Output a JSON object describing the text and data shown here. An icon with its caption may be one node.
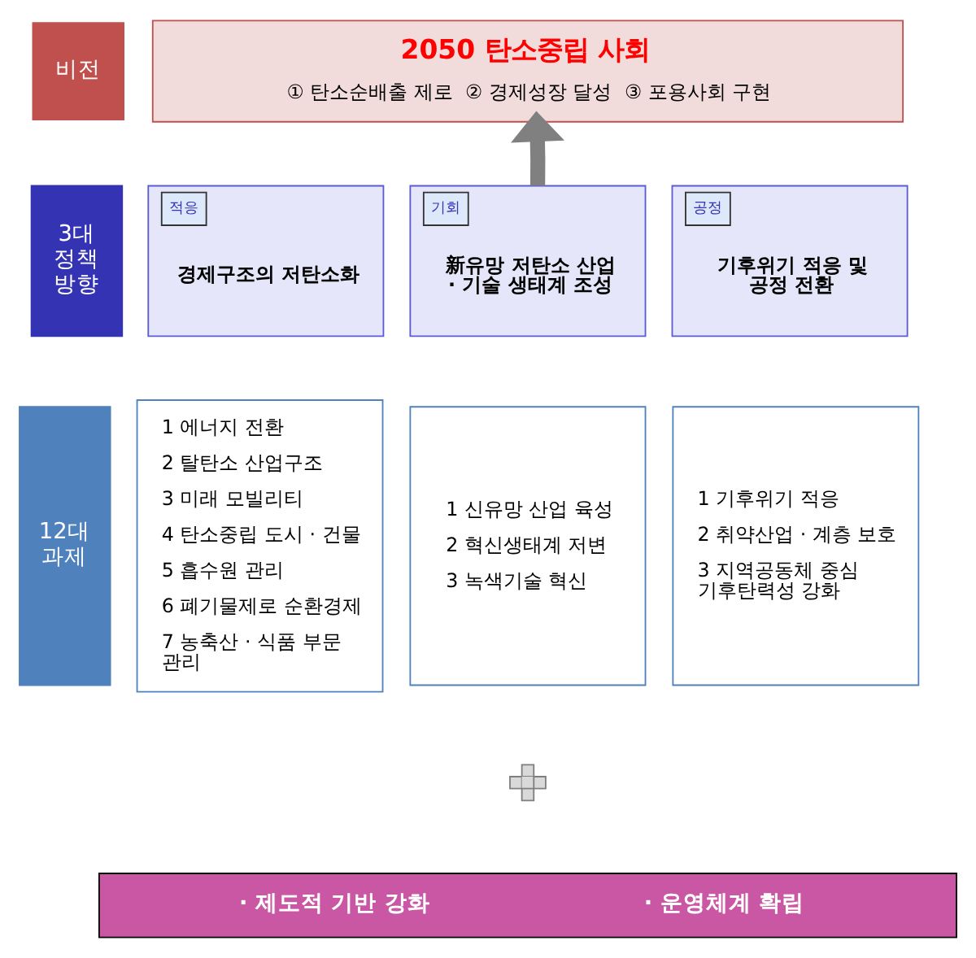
{
  "diagram": {
    "nodes": [
      {
        "text": [
          "비전"
        ]
      },
      {
        "text": [
          "2050 탄소중립 사회",
          "① 탄소순배출 제로",
          "② 경제성장 달성",
          "③ 포용사회 구현"
        ]
      },
      {
        "text": [
          "3대 정책 방향"
        ]
      },
      {
        "text": [
          "적응",
          "경제구조의 저탄소화"
        ]
      },
      {
        "text": [
          "기회",
          "新유망 저탄소 산업 · 기술 생태계 조성"
        ]
      },
      {
        "text": [
          "공정",
          "기후위기 적응 및 공정 전환"
        ]
      },
      {
        "text": [
          "12대 과제"
        ]
      },
      {
        "text": [
          "1 에너지 전환",
          "2 탈탄소 산업구조",
          "3 미래 모빌리티",
          "4 탄소중립 도시 · 건물",
          "5 흡수원 관리",
          "6 폐기물제로 순환경제",
          "7 농축산 · 식품 부문 관리"
        ]
      },
      {
        "text": [
          "1 신유망 산업 육성",
          "2 혁신생태계 저변",
          "3 녹색기술 혁신"
        ]
      },
      {
        "text": [
          "1 기후위기 적응",
          "2 취약산업 · 계층 보호",
          "3 지역공동체 중심 기후탄력성 강화"
        ]
      },
      {
        "text": [],
        "shape": "plus"
      },
      {
        "text": [
          "· 제도적 기반 강화",
          "· 운영체계 확립"
        ]
      }
    ],
    "edges": [
      {
        "from": 4,
        "to": 1,
        "arrow": "to"
      }
    ]
  }
}
